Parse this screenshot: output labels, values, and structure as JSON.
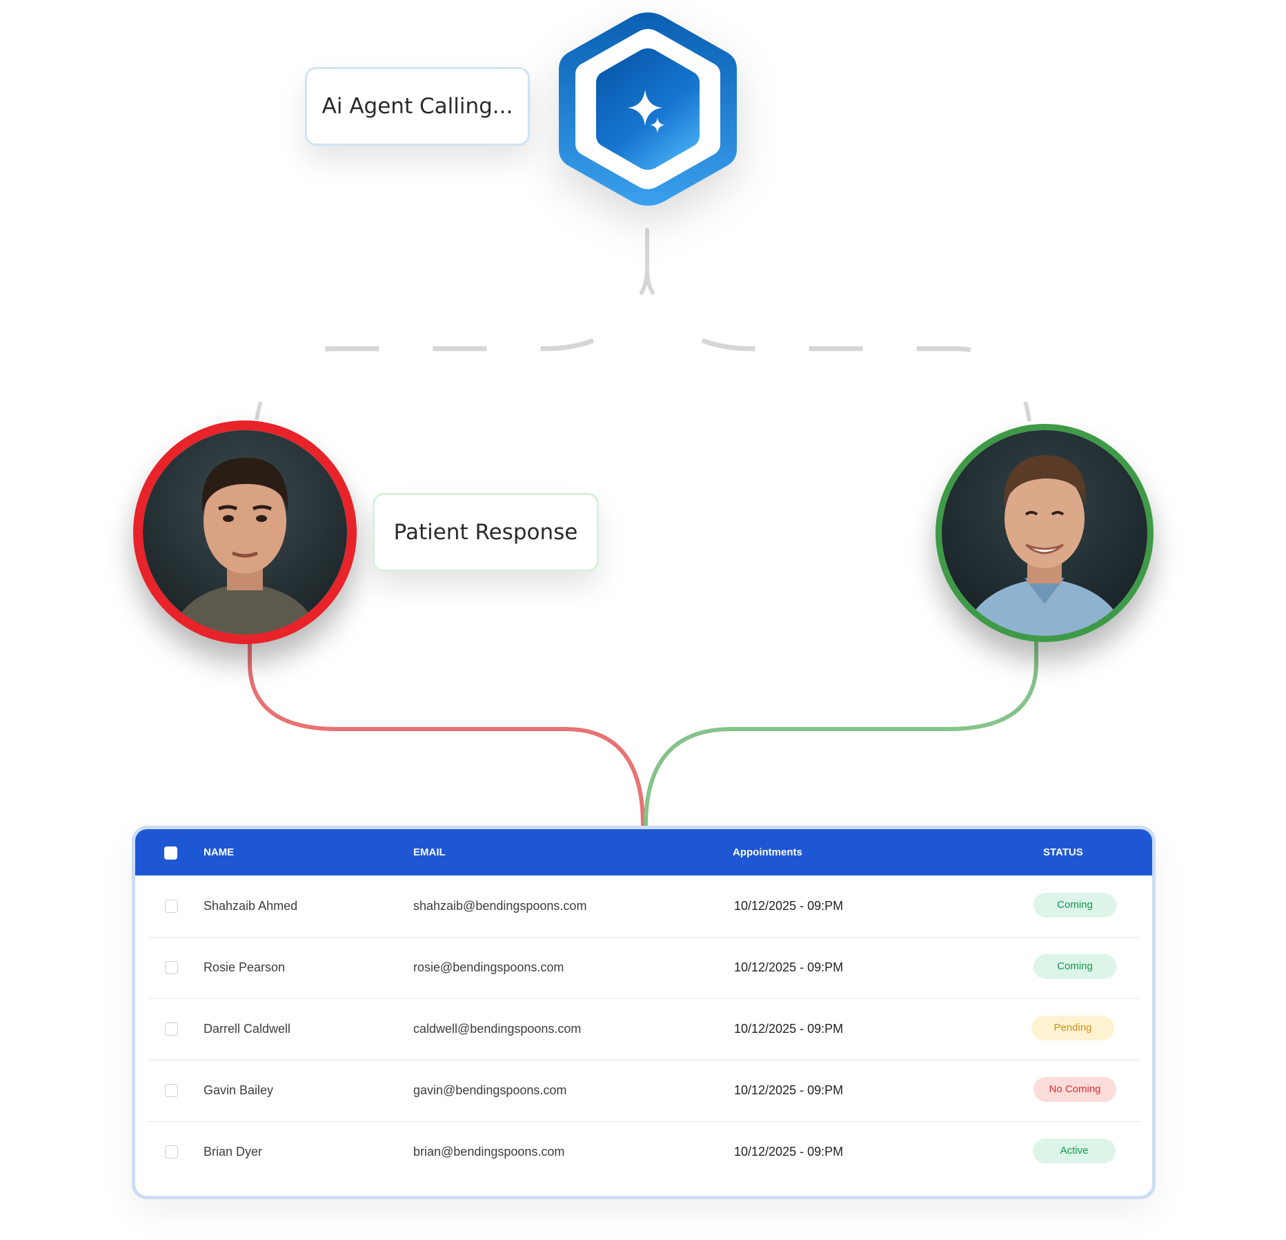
{
  "agent": {
    "status_label": "Ai Agent Calling...",
    "icon": "sparkle-icon"
  },
  "response": {
    "label": "Patient Response"
  },
  "patients": [
    {
      "avatar": "patient-avatar",
      "status_ring": "red",
      "ring_color": "#e8232a"
    },
    {
      "avatar": "patient-avatar",
      "status_ring": "green",
      "ring_color": "#3e9a47"
    }
  ],
  "colors": {
    "header_blue": "#1e57d4",
    "agent_blue": "#0b63b6",
    "line_red": "#e87272",
    "line_green": "#86c38a"
  },
  "table": {
    "columns": {
      "name": "NAME",
      "email": "EMAIL",
      "appointments": "Appointments",
      "status": "STATUS"
    },
    "rows": [
      {
        "name": "Shahzaib Ahmed",
        "email": "shahzaib@bendingspoons.com",
        "appointment": "10/12/2025 - 09:PM",
        "status": "Coming"
      },
      {
        "name": "Rosie Pearson",
        "email": "rosie@bendingspoons.com",
        "appointment": "10/12/2025 - 09:PM",
        "status": "Coming"
      },
      {
        "name": "Darrell Caldwell",
        "email": "caldwell@bendingspoons.com",
        "appointment": "10/12/2025 - 09:PM",
        "status": "Pending"
      },
      {
        "name": "Gavin Bailey",
        "email": "gavin@bendingspoons.com",
        "appointment": "10/12/2025 - 09:PM",
        "status": "No Coming"
      },
      {
        "name": "Brian Dyer",
        "email": "brian@bendingspoons.com",
        "appointment": "10/12/2025 - 09:PM",
        "status": "Active"
      }
    ]
  }
}
